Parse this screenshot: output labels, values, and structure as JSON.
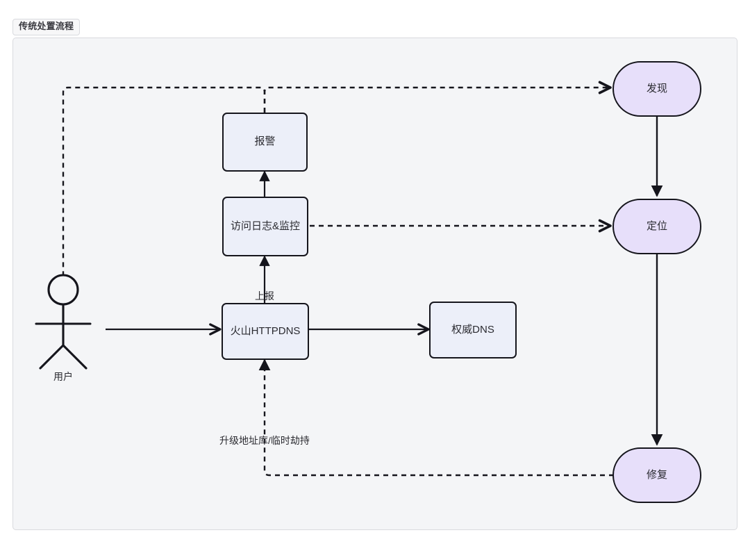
{
  "panel": {
    "title": "传统处置流程"
  },
  "diagram": {
    "type": "flowchart",
    "actor": {
      "name": "actor-user",
      "label": "用户",
      "shape": "stick-figure"
    },
    "nodes": [
      {
        "id": "alert",
        "label": "报警",
        "shape": "rect",
        "fill": "#eceff9",
        "stroke": "#15151c"
      },
      {
        "id": "logs",
        "label": "访问日志&监控",
        "shape": "rect",
        "fill": "#eceff9",
        "stroke": "#15151c"
      },
      {
        "id": "httpdns",
        "label": "火山HTTPDNS",
        "shape": "rect",
        "fill": "#eceff9",
        "stroke": "#15151c"
      },
      {
        "id": "authdns",
        "label": "权威DNS",
        "shape": "rect",
        "fill": "#eceff9",
        "stroke": "#15151c"
      },
      {
        "id": "discover",
        "label": "发现",
        "shape": "stadium",
        "fill": "#e7dffa",
        "stroke": "#15151c"
      },
      {
        "id": "locate",
        "label": "定位",
        "shape": "stadium",
        "fill": "#e7dffa",
        "stroke": "#15151c"
      },
      {
        "id": "repair",
        "label": "修复",
        "shape": "stadium",
        "fill": "#e7dffa",
        "stroke": "#15151c"
      }
    ],
    "edges": [
      {
        "from": "user",
        "to": "httpdns",
        "style": "solid",
        "arrow": "open",
        "label": ""
      },
      {
        "from": "httpdns",
        "to": "authdns",
        "style": "solid",
        "arrow": "open",
        "label": ""
      },
      {
        "from": "httpdns",
        "to": "logs",
        "style": "solid",
        "arrow": "filled",
        "label": "上报"
      },
      {
        "from": "logs",
        "to": "alert",
        "style": "solid",
        "arrow": "filled",
        "label": ""
      },
      {
        "from": "alert",
        "to": "user",
        "style": "dashed",
        "arrow": "none",
        "label": ""
      },
      {
        "from": "alert",
        "to": "discover",
        "style": "dashed",
        "arrow": "open",
        "label": ""
      },
      {
        "from": "logs",
        "to": "locate",
        "style": "dashed",
        "arrow": "open",
        "label": ""
      },
      {
        "from": "discover",
        "to": "locate",
        "style": "solid",
        "arrow": "filled",
        "label": ""
      },
      {
        "from": "locate",
        "to": "repair",
        "style": "solid",
        "arrow": "filled",
        "label": ""
      },
      {
        "from": "repair",
        "to": "httpdns",
        "style": "dashed",
        "arrow": "filled",
        "label": "升级地址库/临时劫持"
      }
    ],
    "edge_labels": [
      {
        "id": "report-label",
        "text": "上报"
      },
      {
        "id": "upgrade-label",
        "text": "升级地址库/临时劫持"
      }
    ],
    "colors": {
      "panel_bg": "#f4f5f7",
      "panel_border": "#d9dade",
      "rect_fill": "#eceff9",
      "stadium_fill": "#e7dffa",
      "stroke": "#15151c",
      "text": "#2b2b31",
      "title_chip_bg": "#f7f7f8"
    }
  }
}
